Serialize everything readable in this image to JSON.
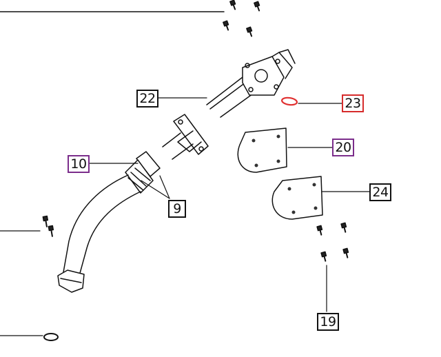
{
  "diagram": {
    "callouts": {
      "c22": "22",
      "c23": "23",
      "c20": "20",
      "c10": "10",
      "c24": "24",
      "c9": "9",
      "c19": "19"
    },
    "colors": {
      "line": "#111111",
      "highlight_purple": "#7b2d8b",
      "highlight_red": "#d62b2b",
      "oring_red": "#e03030"
    }
  }
}
